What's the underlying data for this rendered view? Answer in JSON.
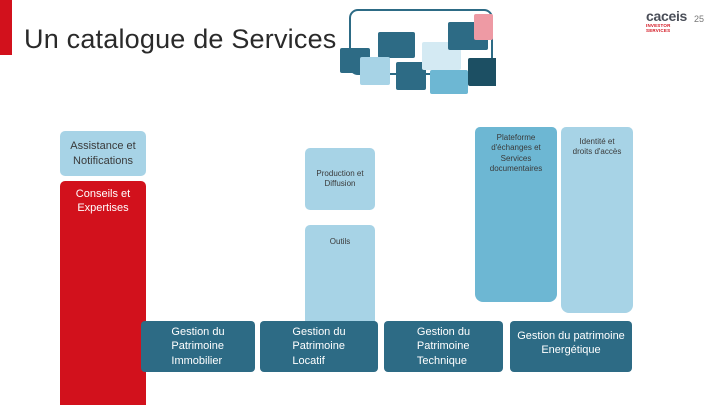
{
  "header": {
    "title": "Un catalogue de Services",
    "page_number": "25",
    "logo_word": "caceis",
    "logo_tagline": "INVESTOR SERVICES"
  },
  "colors": {
    "accent_red": "#d2111c",
    "light_blue": "#a7d3e6",
    "medium_blue": "#6db7d3",
    "dark_blue": "#2d6b85"
  },
  "catalogue": {
    "assistance": "Assistance et\nNotifications",
    "conseils": "Conseils et\nExpertises",
    "production": "Production et\nDiffusion",
    "outils": "Outils",
    "plateforme": "Plateforme\nd'échanges et\nServices\ndocumentaires",
    "identite": "Identité et\ndroits d'accès"
  },
  "gestion": {
    "immobilier": "Gestion du\nPatrimoine\nImmobilier",
    "locatif": "Gestion du\nPatrimoine\nLocatif",
    "technique": "Gestion du\nPatrimoine\nTechnique",
    "energetique": "Gestion du patrimoine\nEnergétique"
  }
}
